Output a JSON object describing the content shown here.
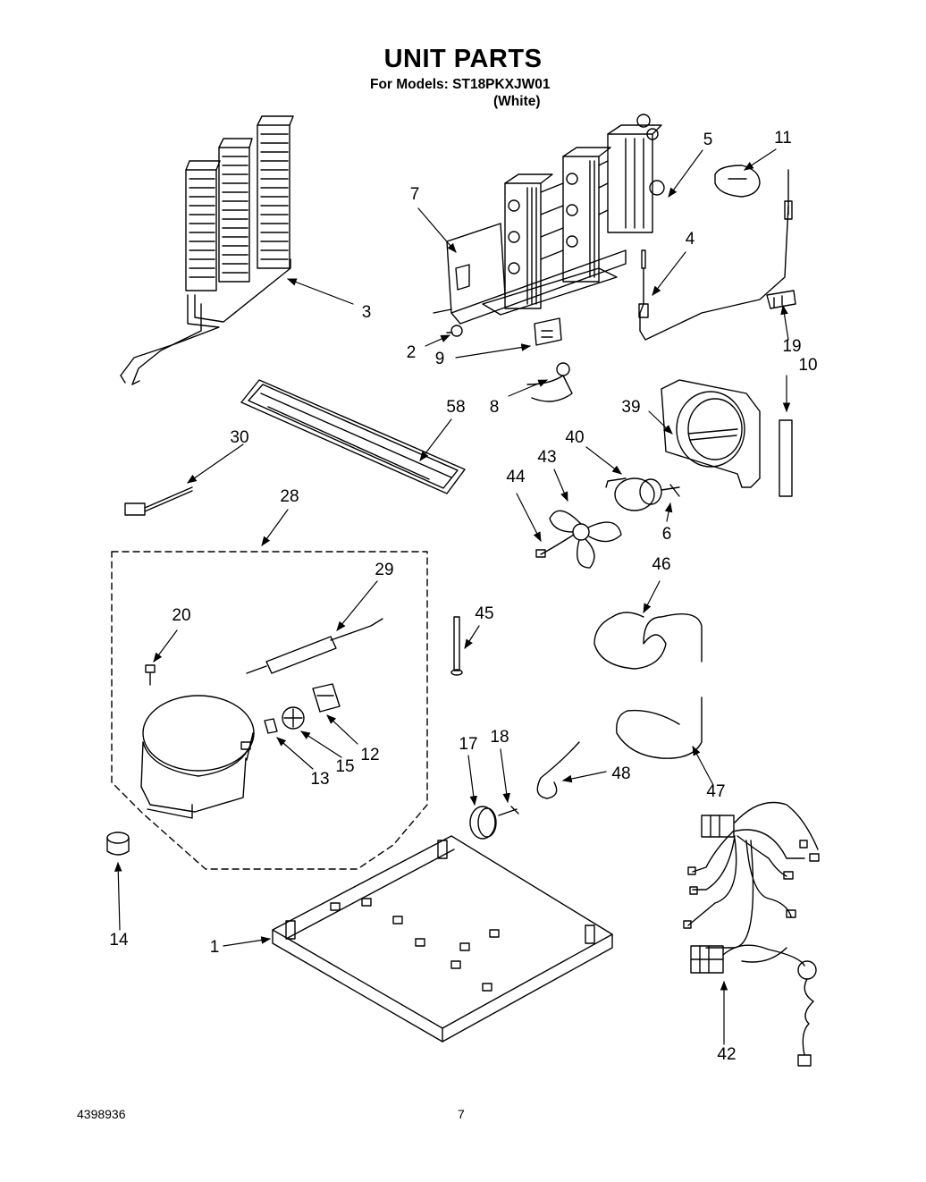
{
  "header": {
    "title": "UNIT PARTS",
    "models_line": "For Models: ST18PKXJW01",
    "color_line": "(White)"
  },
  "footer": {
    "doc_number": "4398936",
    "page_number": "7"
  },
  "callouts": {
    "p1": "1",
    "p2": "2",
    "p3": "3",
    "p4": "4",
    "p5": "5",
    "p6": "6",
    "p7": "7",
    "p8": "8",
    "p9": "9",
    "p10": "10",
    "p11": "11",
    "p12": "12",
    "p13": "13",
    "p14": "14",
    "p15": "15",
    "p17": "17",
    "p18": "18",
    "p19": "19",
    "p20": "20",
    "p28": "28",
    "p29": "29",
    "p30": "30",
    "p39": "39",
    "p40": "40",
    "p42": "42",
    "p43": "43",
    "p44": "44",
    "p45": "45",
    "p46": "46",
    "p47": "47",
    "p48": "48",
    "p58": "58"
  }
}
